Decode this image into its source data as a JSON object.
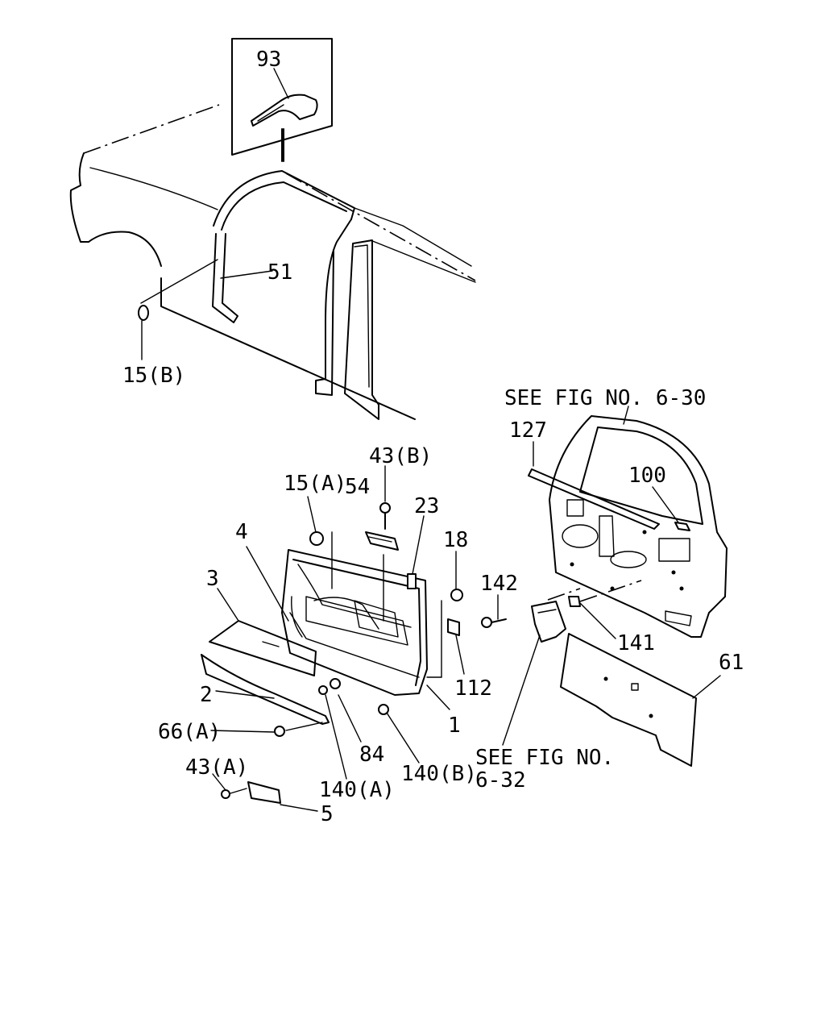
{
  "figure": {
    "labels": {
      "p93": "93",
      "p51": "51",
      "p15b": "15(B)",
      "p43b": "43(B)",
      "p15a": "15(A)",
      "p54": "54",
      "p23": "23",
      "p18": "18",
      "p4": "4",
      "p3": "3",
      "p2": "2",
      "p66a": "66(A)",
      "p43a": "43(A)",
      "p5": "5",
      "p84": "84",
      "p140a": "140(A)",
      "p140b": "140(B)",
      "p1": "1",
      "p112": "112",
      "p142": "142",
      "p141": "141",
      "p61": "61",
      "p127": "127",
      "p100": "100"
    },
    "references": {
      "fig_630": "SEE FIG NO. 6-30",
      "fig_632_line1": "SEE FIG NO.",
      "fig_632_line2": "6-32"
    }
  }
}
